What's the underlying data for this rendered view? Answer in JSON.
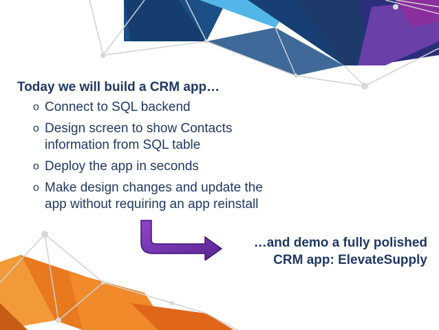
{
  "slide": {
    "heading": "Today we will build a CRM app…",
    "bullet_marker": "o",
    "bullets": [
      {
        "lines": [
          "Connect to SQL backend"
        ]
      },
      {
        "lines": [
          "Design screen to show Contacts",
          "information from SQL table"
        ]
      },
      {
        "lines": [
          "Deploy the app in seconds"
        ]
      },
      {
        "lines": [
          "Make design changes and update the",
          "app without requiring an app reinstall"
        ]
      }
    ],
    "callout": {
      "line1": "…and demo a fully polished",
      "line2": "CRM app: ElevateSupply"
    }
  },
  "colors": {
    "text": "#1f3864",
    "arrow_fill": "#7b35b8",
    "top_navy": "#1e3a6b",
    "top_cyan": "#2f8bd9",
    "top_purple": "#6a3fa8",
    "bottom_orange": "#e8791e"
  },
  "icons": {
    "arrow": "bent-arrow-right-icon"
  }
}
